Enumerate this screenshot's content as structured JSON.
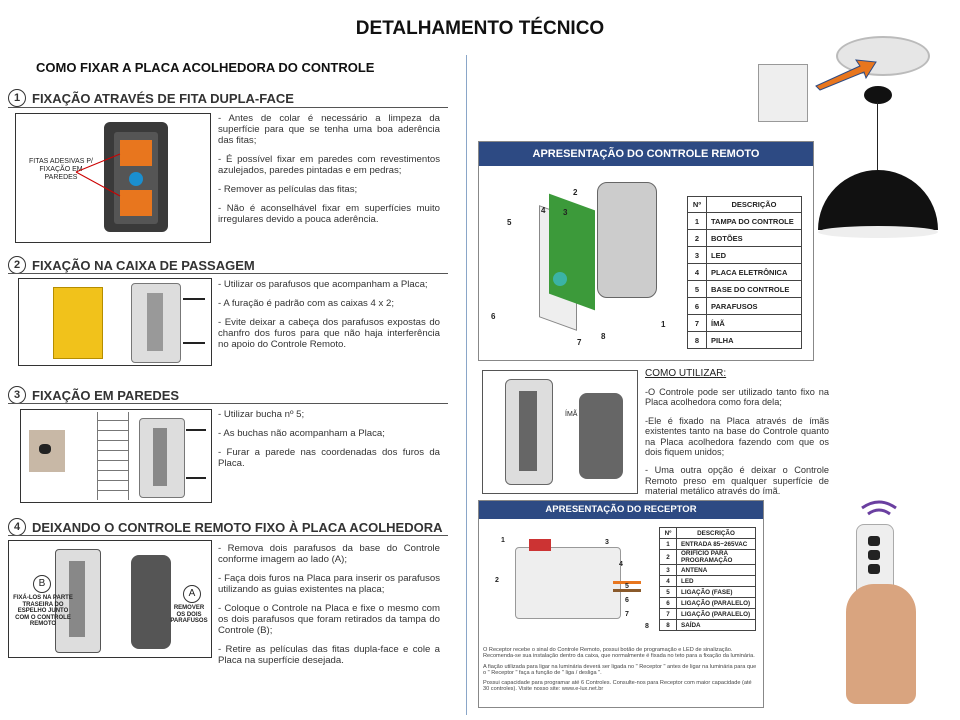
{
  "title": "DETALHAMENTO TÉCNICO",
  "subtitle": "COMO FIXAR A PLACA ACOLHEDORA DO CONTROLE",
  "sections": [
    {
      "num": "1",
      "heading": "FIXAÇÃO ATRAVÉS DE FITA DUPLA-FACE",
      "bullets": [
        "- Antes de colar é necessário a limpeza da superfície para que se tenha uma boa aderência das fitas;",
        "- É possível fixar em paredes com revestimentos azulejados, paredes pintadas e em pedras;",
        "- Remover as películas das fitas;",
        "- Não é aconselhável fixar em superfícies muito irregulares devido a pouca aderência."
      ]
    },
    {
      "num": "2",
      "heading": "FIXAÇÃO NA CAIXA DE PASSAGEM",
      "bullets": [
        "- Utilizar os parafusos que acompanham a Placa;",
        "- A furação é padrão com as caixas 4 x 2;",
        "- Evite deixar a cabeça dos parafusos expostas do chanfro dos furos para que não haja interferência no apoio do Controle Remoto."
      ]
    },
    {
      "num": "3",
      "heading": "FIXAÇÃO EM PAREDES",
      "bullets": [
        "- Utilizar bucha nº 5;",
        "- As buchas não acompanham a Placa;",
        "- Furar a parede nas coordenadas dos furos da Placa."
      ]
    },
    {
      "num": "4",
      "heading": "DEIXANDO O CONTROLE REMOTO FIXO À PLACA ACOLHEDORA",
      "bullets": [
        "- Remova dois parafusos da base do Controle conforme imagem ao lado (A);",
        "- Faça dois furos na Placa para inserir os parafusos utilizando as guias existentes na placa;",
        "- Coloque o Controle na Placa e fixe o mesmo com os dois parafusos que foram retirados da tampa do Controle (B);",
        "- Retire as películas das fitas dupla-face e cole a Placa na superfície desejada."
      ]
    }
  ],
  "fig1_label": "FITAS ADESIVAS P/ FIXAÇÃO EM PAREDES",
  "fig4": {
    "b": "B",
    "a": "A",
    "b_label": "FIXÁ-LOS NA PARTE TRASEIRA DO ESPELHO JUNTO COM O CONTROLE REMOTO",
    "a_label": "REMOVER OS DOIS PARAFUSOS"
  },
  "remote_panel": {
    "heading": "APRESENTAÇÃO DO CONTROLE REMOTO",
    "col_num": "Nº",
    "col_desc": "DESCRIÇÃO",
    "rows": [
      [
        "1",
        "TAMPA DO CONTROLE"
      ],
      [
        "2",
        "BOTÕES"
      ],
      [
        "3",
        "LED"
      ],
      [
        "4",
        "PLACA ELETRÔNICA"
      ],
      [
        "5",
        "BASE DO CONTROLE"
      ],
      [
        "6",
        "PARAFUSOS"
      ],
      [
        "7",
        "ÍMÃ"
      ],
      [
        "8",
        "PILHA"
      ]
    ],
    "callouts": [
      "2",
      "3",
      "4",
      "5",
      "6",
      "7",
      "8",
      "1"
    ]
  },
  "usage": {
    "heading": "COMO UTILIZAR:",
    "ima_label": "ÍMÃ",
    "paragraphs": [
      "-O Controle pode ser utilizado tanto fixo na Placa acolhedora como fora dela;",
      "-Ele é fixado na Placa através de ímãs existentes tanto na base do Controle quanto na Placa acolhedora fazendo com que os dois fiquem unidos;",
      "- Uma outra opção é deixar o Controle Remoto preso em qualquer superfície de material metálico através do ímã."
    ]
  },
  "receiver_panel": {
    "heading": "APRESENTAÇÃO DO RECEPTOR",
    "col_num": "Nº",
    "col_desc": "DESCRIÇÃO",
    "rows": [
      [
        "1",
        "ENTRADA 85~265VAC"
      ],
      [
        "2",
        "ORIFÍCIO PARA PROGRAMAÇÃO"
      ],
      [
        "3",
        "ANTENA"
      ],
      [
        "4",
        "LED"
      ],
      [
        "5",
        "LIGAÇÃO (FASE)"
      ],
      [
        "6",
        "LIGAÇÃO (PARALELO)"
      ],
      [
        "7",
        "LIGAÇÃO (PARALELO)"
      ],
      [
        "8",
        "SAÍDA"
      ]
    ],
    "callouts": [
      "1",
      "3",
      "2",
      "4",
      "5",
      "6",
      "7",
      "8"
    ],
    "notes": [
      "O Receptor recebe o sinal do Controle Remoto, possui botão de programação e LED de sinalização. Recomenda-se sua instalação dentro da caixa, que normalmente é fixada no teto para a fixação da luminária.",
      "A fiação utilizada para ligar na luminária deverá ser ligada no \" Receptor \" antes de ligar na luminária para que o \" Receptor \" faça a função de \" liga / desliga \".",
      "Possui capacidade para programar até 6 Controles. Consulte-nos para Receptor com maior capacidade (até 30 controles). Visite nosso site: www.e-lux.net.br"
    ]
  },
  "colors": {
    "panel_blue": "#2d4a83",
    "orange": "#e8761e",
    "board_green": "#3c9a3a",
    "pendant_black": "#111111",
    "box_yellow": "#f1c21b"
  },
  "icons": [
    "arrow-right-icon",
    "signal-waves-icon"
  ]
}
